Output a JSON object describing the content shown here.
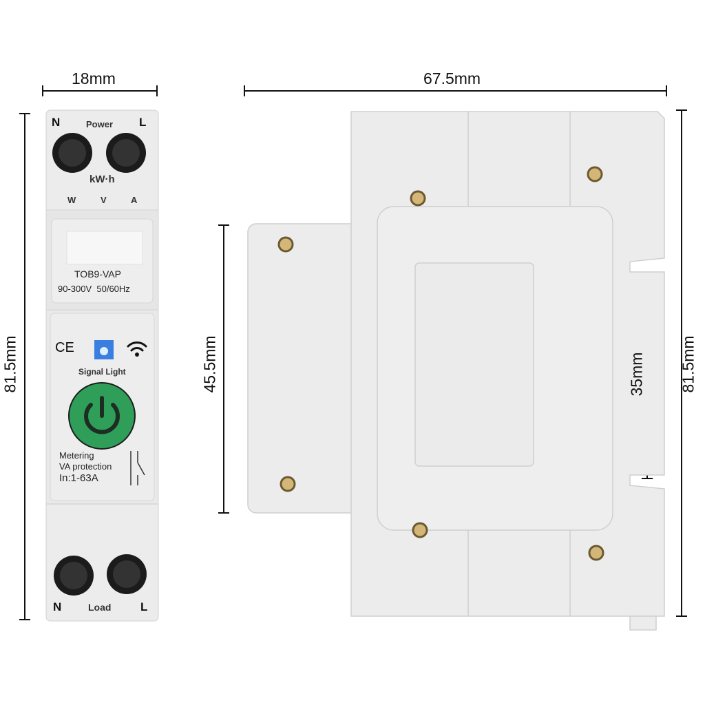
{
  "dimensions": {
    "front_width": "18mm",
    "side_width": "67.5mm",
    "front_height": "81.5mm",
    "side_height": "81.5mm",
    "flange_height": "45.5mm",
    "din_rail": "35mm"
  },
  "front_panel": {
    "top_left_terminal": "N",
    "top_label": "Power",
    "top_right_terminal": "L",
    "energy_unit": "kW·h",
    "measure_labels": [
      "W",
      "V",
      "A"
    ],
    "model": "TOB9-VAP",
    "rating": "90-300V  50/60Hz",
    "ce_mark": "CE",
    "signal_label": "Signal Light",
    "features": [
      "Metering",
      "VA protection",
      "In:1-63A"
    ],
    "bottom_left_terminal": "N",
    "bottom_label": "Load",
    "bottom_right_terminal": "L"
  },
  "colors": {
    "button": "#2e9e58",
    "signal": "#3a7fe0",
    "body": "#ececec"
  }
}
